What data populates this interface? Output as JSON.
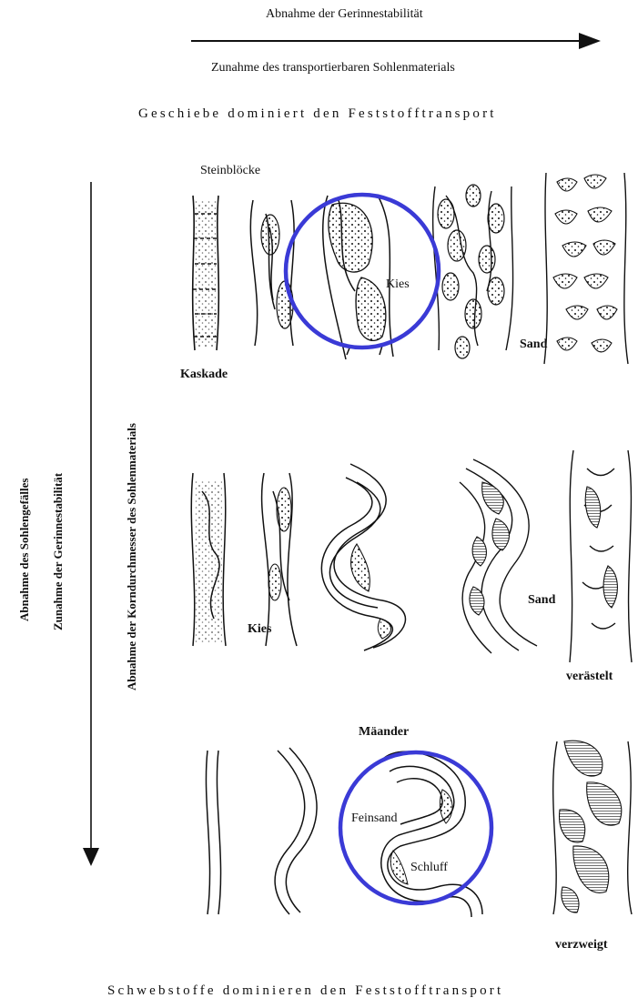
{
  "top": {
    "title": "Abnahme der Gerinnestabilität",
    "subtitle": "Zunahme des transportierbaren Sohlenmaterials"
  },
  "header": "Geschiebe dominiert den Feststofftransport",
  "footer": "Schwebstoffe dominieren den Feststofftransport",
  "left_axis": {
    "outer": "Abnahme des Sohlengefälles",
    "middle": "Zunahme der Gerinnestabilität",
    "inner": "Abnahme der Korndurchmesser des Sohlenmaterials"
  },
  "row1": {
    "steinbloecke": "Steinblöcke",
    "kaskade": "Kaskade",
    "kies": "Kies",
    "sand": "Sand"
  },
  "row2": {
    "kies": "Kies",
    "sand": "Sand",
    "veraestelt": "verästelt"
  },
  "row3": {
    "maeander": "Mäander",
    "feinsand": "Feinsand",
    "schluff": "Schluff",
    "verzweigt": "verzweigt"
  },
  "colors": {
    "ink": "#111111",
    "highlight_circle": "#3a3ad6"
  }
}
